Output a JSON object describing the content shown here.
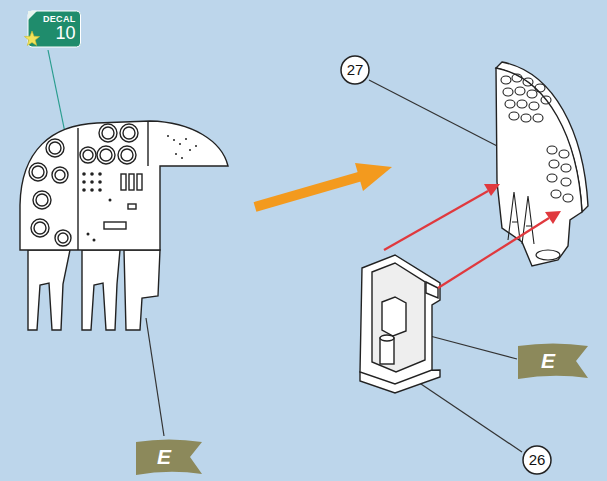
{
  "diagram": {
    "nodes": [
      {
        "text": [
          "DECAL",
          "10"
        ]
      },
      {
        "text": [
          "27"
        ]
      },
      {
        "text": [
          "E"
        ]
      },
      {
        "text": [
          "E"
        ]
      },
      {
        "text": [
          "26"
        ]
      }
    ]
  }
}
